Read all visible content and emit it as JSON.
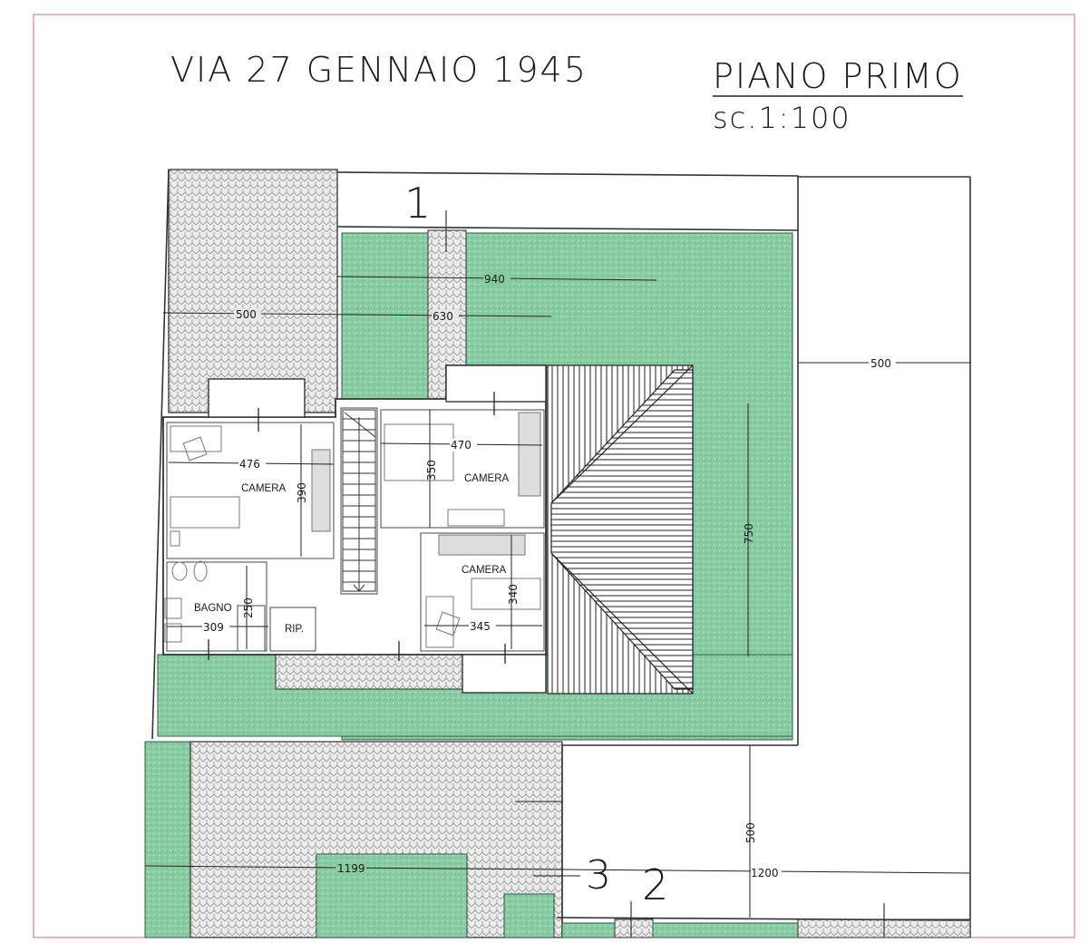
{
  "drawing": {
    "street_title": "VIA 27 GENNAIO 1945",
    "floor_title": "PIANO PRIMO",
    "scale": "sc.1:100",
    "border_color": "#d08a8a",
    "garden_color": "#7fc79c",
    "paving_color": "#e6e6e6",
    "line_color": "#333333"
  },
  "section_markers": {
    "s1": "1",
    "s2": "2",
    "s3": "3"
  },
  "rooms": {
    "camera_nw": "CAMERA",
    "camera_ne": "CAMERA",
    "camera_se": "CAMERA",
    "bagno": "BAGNO",
    "ripostiglio": "RIP."
  },
  "dimensions": {
    "d940": "940",
    "d630": "630",
    "d500_left": "500",
    "d500_right": "500",
    "d476": "476",
    "d390": "390",
    "d470": "470",
    "d350": "350",
    "d340": "340",
    "d345": "345",
    "d309": "309",
    "d250": "250",
    "d750": "750",
    "d500_bottom": "500",
    "d1199": "1199",
    "d1200": "1200"
  }
}
